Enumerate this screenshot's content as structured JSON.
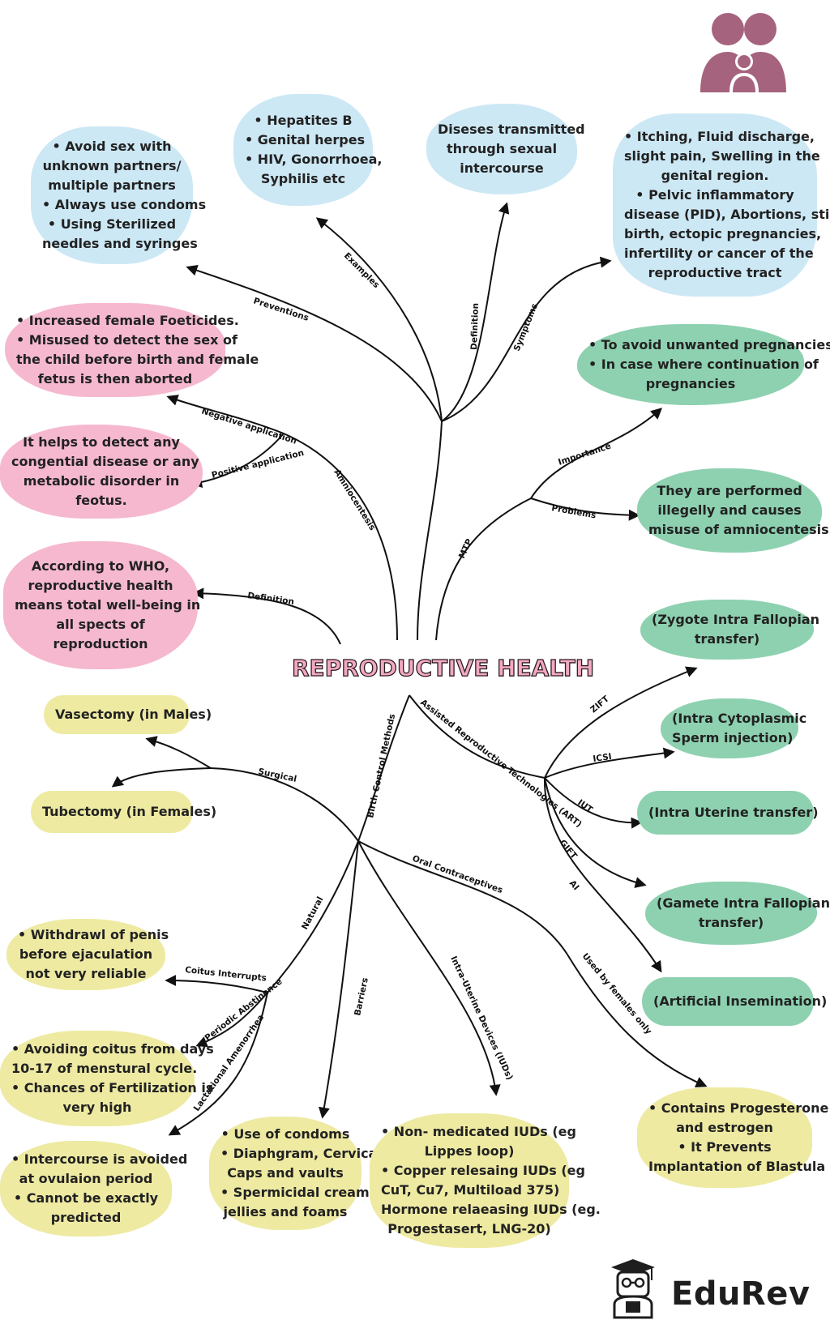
{
  "title": "REPRODUCTIVE HEALTH",
  "colors": {
    "blue": "#cde8f5",
    "pink": "#f5b8cf",
    "green": "#8ed1b0",
    "yellow": "#eeeaa2",
    "title_fill": "#f3a9c0",
    "logo_purple": "#a6637e"
  },
  "branch_labels": {
    "preventions": "Preventions",
    "examples": "Examples",
    "definition_top": "Definition",
    "symptoms": "Symptoms",
    "negative_application": "Negative application",
    "positive_application": "Positive application",
    "amniocentesis": "Amniocentesis",
    "importance": "Importance",
    "problems": "Problems",
    "mtp": "MTP",
    "definition_left": "Definition",
    "art": "Assisted Reproductive Technologies (ART)",
    "zift": "ZIFT",
    "icsi": "ICSI",
    "iut": "IUT",
    "gift": "GIFT",
    "ai": "AI",
    "birth_control": "Birth Control Methods",
    "surgical": "Surgical",
    "oral_contraceptives": "Oral Contraceptives",
    "used_by_females": "Used by females only",
    "natural": "Natural",
    "coitus_interrupts": "Coitus Interrupts",
    "periodic_abstinence": "Periodic Abstinence",
    "lactational_amenorrhea": "Lactational Amenorrhea",
    "barriers": "Barriers",
    "iuds": "Intra-Uterine Devices (IUDs)"
  },
  "boxes": {
    "preventions": [
      "• Avoid sex with",
      "unknown partners/",
      "multiple partners",
      "• Always use condoms",
      "• Using Sterilized",
      "needles and syringes"
    ],
    "examples": [
      "• Hepatites B",
      "• Genital herpes",
      "• HIV, Gonorrhoea,",
      "Syphilis etc"
    ],
    "definition_top": [
      "Diseses transmitted",
      "through sexual",
      "intercourse"
    ],
    "symptoms": [
      "• Itching, Fluid discharge,",
      "slight pain, Swelling in the",
      "genital region.",
      "• Pelvic inflammatory",
      "disease (PID), Abortions, still",
      "birth, ectopic pregnancies,",
      "infertility or cancer of the",
      "reproductive tract"
    ],
    "negative": [
      "• Increased female Foeticides.",
      "• Misused to detect the sex of",
      "the child before birth and female",
      "fetus is then aborted"
    ],
    "positive": [
      "It helps to detect any",
      "congential disease or any",
      "metabolic disorder in",
      "feotus."
    ],
    "who": [
      "According to WHO,",
      "reproductive health",
      "means total well-being in",
      "all spects of",
      "reproduction"
    ],
    "importance": [
      "• To avoid unwanted pregnancies",
      "• In case where continuation of",
      "pregnancies"
    ],
    "problems": [
      "They are performed",
      "illegelly and causes",
      "misuse of amniocentesis"
    ],
    "zift": [
      "(Zygote Intra Fallopian",
      "transfer)"
    ],
    "icsi": [
      "(Intra Cytoplasmic",
      "Sperm injection)"
    ],
    "iut": [
      "(Intra Uterine transfer)"
    ],
    "gift": [
      "(Gamete Intra Fallopian",
      "transfer)"
    ],
    "ai": [
      "(Artificial Insemination)"
    ],
    "vasectomy": [
      "Vasectomy (in Males)"
    ],
    "tubectomy": [
      "Tubectomy (in Females)"
    ],
    "withdrawal": [
      "• Withdrawl of penis",
      "before ejaculation",
      "not very reliable"
    ],
    "periodic": [
      "• Avoiding coitus from days",
      "10-17 of menstural cycle.",
      "• Chances of Fertilization is",
      "very high"
    ],
    "lactational": [
      "• Intercourse is avoided",
      "at ovulaion period",
      "• Cannot be exactly",
      "predicted"
    ],
    "barriers": [
      "• Use of condoms",
      "• Diaphgram, Cervical",
      "Caps and vaults",
      "• Spermicidal creams,",
      "jellies and foams"
    ],
    "iuds": [
      "• Non- medicated IUDs (eg",
      "Lippes loop)",
      "• Copper relesaing IUDs (eg",
      "CuT, Cu7, Multiload 375)",
      "Hormone relaeasing IUDs (eg.",
      "Progestasert, LNG-20)"
    ],
    "oral": [
      "• Contains Progesterone",
      "and estrogen",
      "• It Prevents",
      "Implantation of Blastula"
    ]
  },
  "logo": {
    "text": "EduRev",
    "mascot_icon": "graduate-mascot-icon",
    "family_icon": "family-icon"
  }
}
